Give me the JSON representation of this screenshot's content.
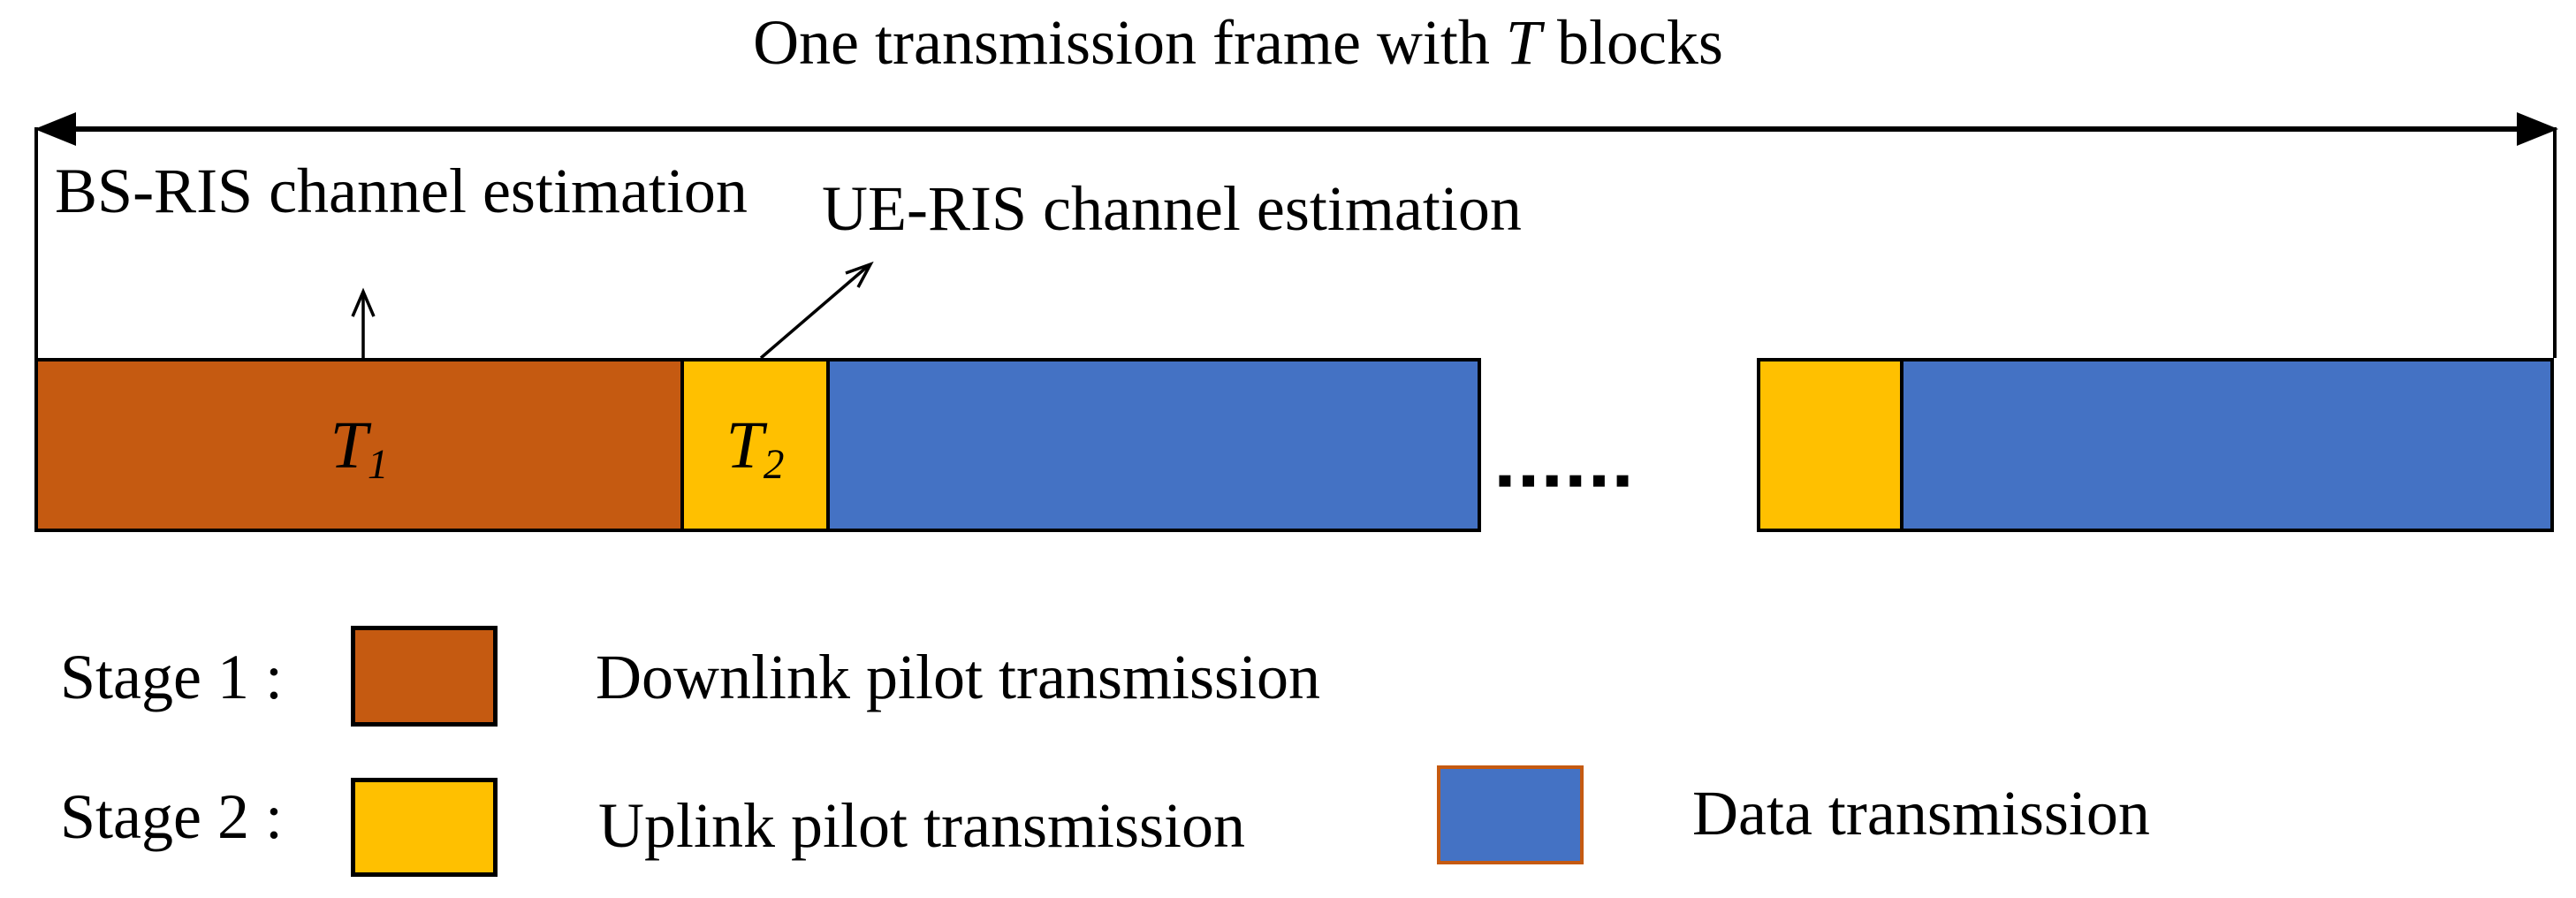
{
  "title": {
    "prefix": "One transmission frame with ",
    "variable": "T",
    "suffix": " blocks"
  },
  "annotations": {
    "bs_ris": "BS-RIS channel estimation",
    "ue_ris": "UE-RIS channel estimation"
  },
  "frame_bar": {
    "segment1": {
      "t1": {
        "base": "T",
        "sub": "1",
        "color": "#C55A11"
      },
      "t2": {
        "base": "T",
        "sub": "2",
        "color": "#FFC000"
      },
      "data": {
        "color": "#4472C4"
      }
    },
    "ellipsis": "▪▪▪▪▪▪",
    "segment2": {
      "pilot": {
        "color": "#FFC000"
      },
      "data": {
        "color": "#4472C4"
      }
    }
  },
  "legend": {
    "stage1": {
      "label": "Stage 1 :",
      "swatch_color": "#C55A11",
      "swatch_border": "#000000",
      "text": "Downlink pilot transmission"
    },
    "stage2": {
      "label": "Stage 2 :",
      "swatch_color": "#FFC000",
      "swatch_border": "#000000",
      "text": "Uplink pilot transmission"
    },
    "data_item": {
      "swatch_color": "#4472C4",
      "swatch_border": "#C55A11",
      "text": "Data transmission"
    }
  },
  "colors": {
    "downlink_orange": "#C55A11",
    "uplink_gold": "#FFC000",
    "data_blue": "#4472C4",
    "line_black": "#000000"
  }
}
